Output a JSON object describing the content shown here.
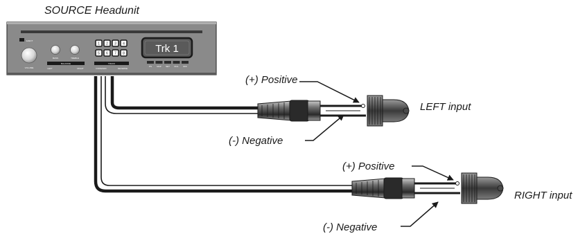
{
  "title": "SOURCE Headunit",
  "headunit": {
    "display_text": "Trk 1",
    "eject_label": "EJECT",
    "volume_label": "VOLUME",
    "bass_label": "BASS",
    "treble_label": "TREBLE",
    "balance_label": "BALANCE",
    "left_label": "LEFT",
    "right_label": "RIGHT",
    "track_label": "TRACK",
    "forward_label": "FORWARD",
    "reverse_label": "REVERSE",
    "keypad": [
      "1",
      "2",
      "3",
      "4",
      "5",
      "6",
      "7",
      "8"
    ],
    "display_buttons": [
      "PS",
      "MAP",
      "SET",
      "RUL",
      "OFF"
    ]
  },
  "left_channel": {
    "positive_label": "(+) Positive",
    "negative_label": "(-) Negative",
    "input_label": "LEFT input"
  },
  "right_channel": {
    "positive_label": "(+) Positive",
    "negative_label": "(-) Negative",
    "input_label": "RIGHT input"
  },
  "colors": {
    "panel": "#8a8a8a",
    "panel_dark": "#4a4a4a",
    "cable": "#1a1a1a",
    "display": "#5a5a5a"
  }
}
